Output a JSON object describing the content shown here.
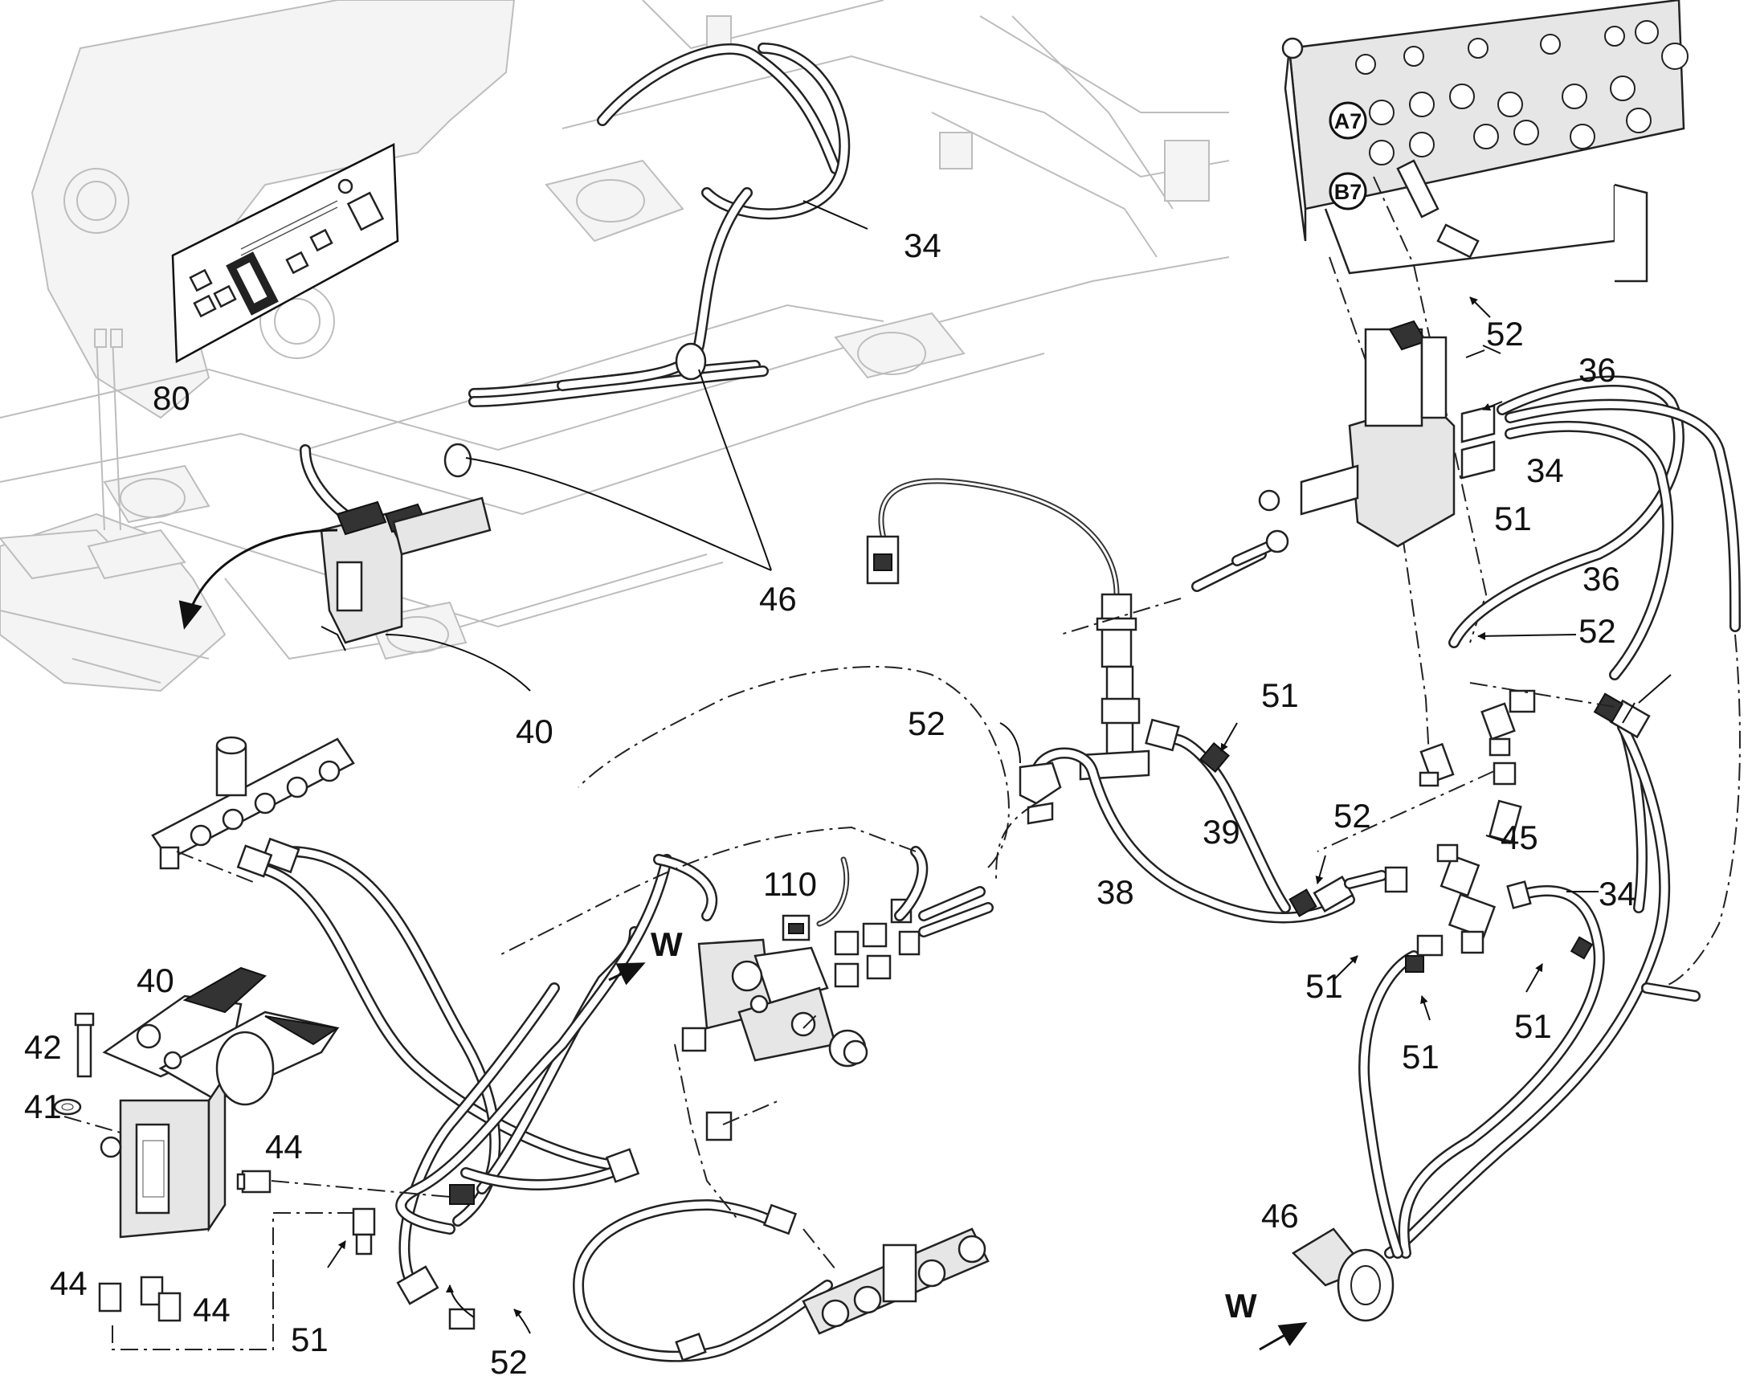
{
  "diagram": {
    "part_labels": [
      "80",
      "34",
      "46",
      "40",
      "52",
      "36",
      "51",
      "110",
      "42",
      "41",
      "44",
      "39",
      "38",
      "45"
    ],
    "circle_labels": [
      "A7",
      "B7"
    ],
    "view_markers": [
      "W"
    ]
  }
}
